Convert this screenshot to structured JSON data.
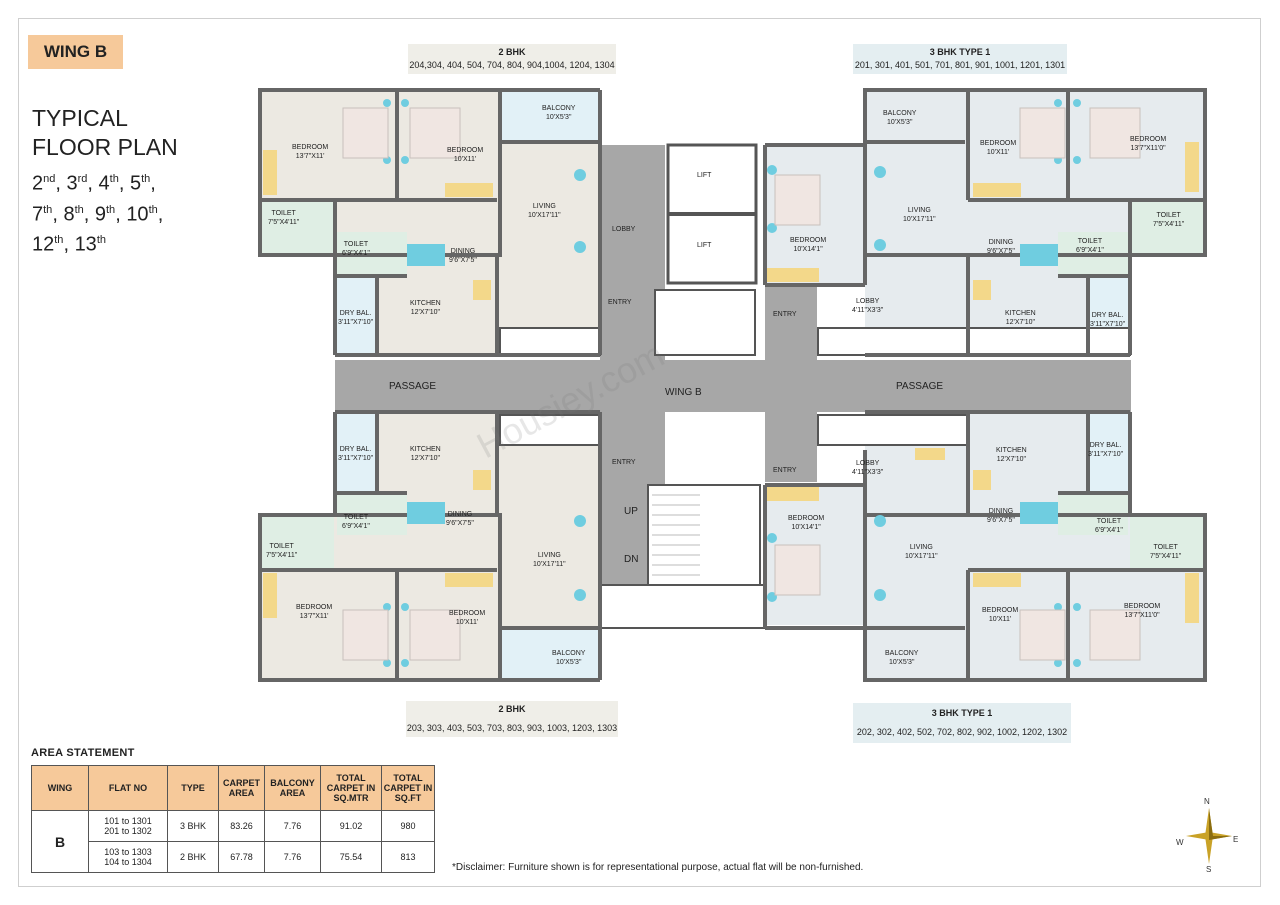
{
  "wing_tag": "WING B",
  "title_line1": "TYPICAL",
  "title_line2": "FLOOR PLAN",
  "floors": {
    "f2": "2",
    "f3": "3",
    "f4": "4",
    "f5": "5",
    "f7": "7",
    "f8": "8",
    "f9": "9",
    "f10": "10",
    "f12": "12",
    "f13": "13",
    "nd": "nd",
    "rd": "rd",
    "th": "th"
  },
  "headers": {
    "top_left_type": "2 BHK",
    "top_left_units": "204,304, 404, 504, 704, 804, 904,1004, 1204, 1304",
    "top_right_type": "3 BHK TYPE 1",
    "top_right_units": "201, 301, 401, 501, 701, 801, 901, 1001, 1201, 1301",
    "bottom_left_type": "2 BHK",
    "bottom_left_units": "203, 303, 403, 503, 703, 803, 903, 1003, 1203, 1303",
    "bottom_right_type": "3 BHK TYPE 1",
    "bottom_right_units": "202, 302, 402, 502, 702, 802, 902, 1002, 1202, 1302"
  },
  "rooms": {
    "tl_bed1": [
      "BEDROOM",
      "13'7\"X11'"
    ],
    "tl_bed2": [
      "BEDROOM",
      "10'X11'"
    ],
    "tl_balcony": [
      "BALCONY",
      "10'X5'3\""
    ],
    "tl_living": [
      "LIVING",
      "10'X17'11\""
    ],
    "tl_toilet1": [
      "TOILET",
      "7'5\"X4'11\""
    ],
    "tl_toilet2": [
      "TOILET",
      "6'9\"X4'1\""
    ],
    "tl_dining": [
      "DINING",
      "9'6\"X7'5\""
    ],
    "tl_kitchen": [
      "KITCHEN",
      "12'X7'10\""
    ],
    "tl_drybal": [
      "DRY BAL.",
      "3'11\"X7'10\""
    ],
    "tr_balcony": [
      "BALCONY",
      "10'X5'3\""
    ],
    "tr_bed2": [
      "BEDROOM",
      "10'X11'"
    ],
    "tr_bed1": [
      "BEDROOM",
      "13'7\"X11'0\""
    ],
    "tr_bed3": [
      "BEDROOM",
      "10'X14'1\""
    ],
    "tr_living": [
      "LIVING",
      "10'X17'11\""
    ],
    "tr_toilet1": [
      "TOILET",
      "7'5\"X4'11\""
    ],
    "tr_toilet2": [
      "TOILET",
      "6'9\"X4'1\""
    ],
    "tr_dining": [
      "DINING",
      "9'6\"X7'5\""
    ],
    "tr_lobby": [
      "LOBBY",
      "4'11\"X3'3\""
    ],
    "tr_kitchen": [
      "KITCHEN",
      "12'X7'10\""
    ],
    "tr_drybal": [
      "DRY BAL.",
      "3'11\"X7'10\""
    ],
    "bl_drybal": [
      "DRY BAL.",
      "3'11\"X7'10\""
    ],
    "bl_kitchen": [
      "KITCHEN",
      "12'X7'10\""
    ],
    "bl_toilet2": [
      "TOILET",
      "6'9\"X4'1\""
    ],
    "bl_dining": [
      "DINING",
      "9'6\"X7'5\""
    ],
    "bl_toilet1": [
      "TOILET",
      "7'5\"X4'11\""
    ],
    "bl_living": [
      "LIVING",
      "10'X17'11\""
    ],
    "bl_bed1": [
      "BEDROOM",
      "13'7\"X11'"
    ],
    "bl_bed2": [
      "BEDROOM",
      "10'X11'"
    ],
    "bl_balcony": [
      "BALCONY",
      "10'X5'3\""
    ],
    "br_lobby": [
      "LOBBY",
      "4'11\"X3'3\""
    ],
    "br_kitchen": [
      "KITCHEN",
      "12'X7'10\""
    ],
    "br_drybal": [
      "DRY BAL.",
      "3'11\"X7'10\""
    ],
    "br_bed3": [
      "BEDROOM",
      "10'X14'1\""
    ],
    "br_dining": [
      "DINING",
      "9'6\"X7'5\""
    ],
    "br_toilet2": [
      "TOILET",
      "6'9\"X4'1\""
    ],
    "br_toilet1": [
      "TOILET",
      "7'5\"X4'11\""
    ],
    "br_living": [
      "LIVING",
      "10'X17'11\""
    ],
    "br_bed2": [
      "BEDROOM",
      "10'X11'"
    ],
    "br_bed1": [
      "BEDROOM",
      "13'7\"X11'0\""
    ],
    "br_balcony": [
      "BALCONY",
      "10'X5'3\""
    ]
  },
  "core": {
    "lift1": "LIFT",
    "lift2": "LIFT",
    "lobby": "LOBBY",
    "entry_tl": "ENTRY",
    "entry_tr": "ENTRY",
    "entry_br": "ENTRY",
    "entry_bl": "ENTRY",
    "passage_left": "PASSAGE",
    "passage_right": "PASSAGE",
    "wing": "WING B",
    "up": "UP",
    "dn": "DN",
    "watermark": "Housiey.com"
  },
  "area_statement": {
    "title": "AREA STATEMENT",
    "headers": [
      "WING",
      "FLAT NO",
      "TYPE",
      "CARPET AREA",
      "BALCONY AREA",
      "TOTAL CARPET IN SQ.MTR",
      "TOTAL CARPET IN SQ.FT"
    ],
    "wing": "B",
    "rows": [
      {
        "flat_no_1": "101 to 1301",
        "flat_no_2": "201 to 1302",
        "type": "3 BHK",
        "carpet": "83.26",
        "balcony": "7.76",
        "sqm": "91.02",
        "sqft": "980"
      },
      {
        "flat_no_1": "103 to 1303",
        "flat_no_2": "104 to 1304",
        "type": "2 BHK",
        "carpet": "67.78",
        "balcony": "7.76",
        "sqm": "75.54",
        "sqft": "813"
      }
    ]
  },
  "disclaimer": "*Disclaimer: Furniture shown is for representational purpose, actual flat will be non-furnished.",
  "compass": {
    "n": "N",
    "s": "S",
    "e": "E",
    "w": "W"
  },
  "colors": {
    "accent": "#f6c99a",
    "fixture": "#6fcde0",
    "wall": "#666666",
    "passage": "#a7a7a7"
  }
}
